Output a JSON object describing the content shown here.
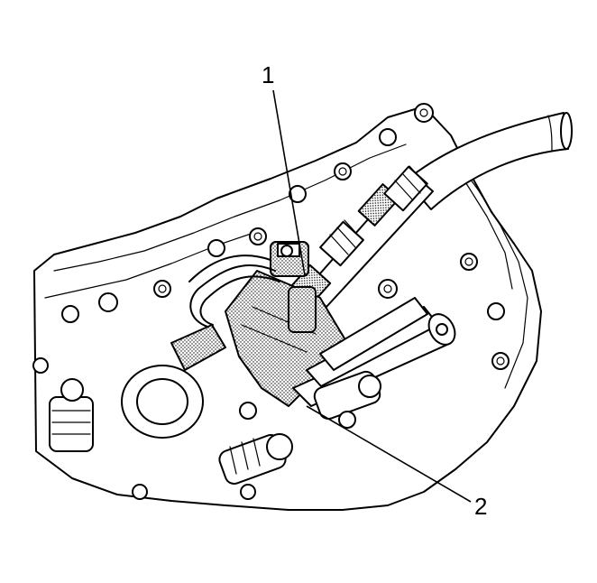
{
  "callouts": [
    {
      "id": "1",
      "label": "1"
    },
    {
      "id": "2",
      "label": "2"
    }
  ],
  "colors": {
    "line": "#000000",
    "background": "#ffffff",
    "stipple": "#000000"
  }
}
